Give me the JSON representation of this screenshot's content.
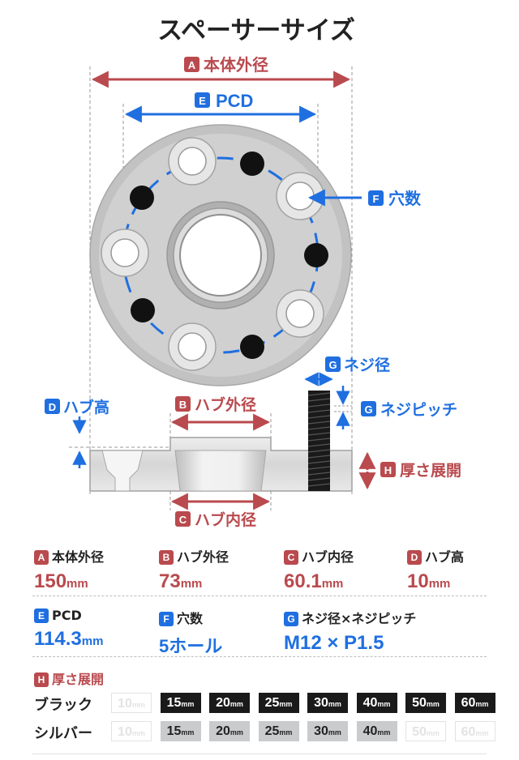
{
  "title": "スペーサーサイズ",
  "diagram_labels": {
    "A": {
      "letter": "A",
      "text": "本体外径"
    },
    "E": {
      "letter": "E",
      "text": "PCD"
    },
    "F": {
      "letter": "F",
      "text": "穴数"
    },
    "G1": {
      "letter": "G",
      "text": "ネジ径"
    },
    "G2": {
      "letter": "G",
      "text": "ネジピッチ"
    },
    "D": {
      "letter": "D",
      "text": "ハブ高"
    },
    "B": {
      "letter": "B",
      "text": "ハブ外径"
    },
    "H": {
      "letter": "H",
      "text": "厚さ展開"
    },
    "C": {
      "letter": "C",
      "text": "ハブ内径"
    }
  },
  "specs": {
    "A": {
      "letter": "A",
      "label": "本体外径",
      "value": "150",
      "unit": "mm"
    },
    "B": {
      "letter": "B",
      "label": "ハブ外径",
      "value": "73",
      "unit": "mm"
    },
    "C": {
      "letter": "C",
      "label": "ハブ内径",
      "value": "60.1",
      "unit": "mm"
    },
    "D": {
      "letter": "D",
      "label": "ハブ高",
      "value": "10",
      "unit": "mm"
    },
    "E": {
      "letter": "E",
      "label": "PCD",
      "value": "114.3",
      "unit": "mm"
    },
    "F": {
      "letter": "F",
      "label": "穴数",
      "value": "5ホール",
      "unit": ""
    },
    "G": {
      "letter": "G",
      "label": "ネジ径×ネジピッチ",
      "value": "M12 × P1.5",
      "unit": ""
    }
  },
  "thickness": {
    "letter": "H",
    "title": "厚さ展開",
    "unit": "mm",
    "black_label": "ブラック",
    "silver_label": "シルバー",
    "sizes": [
      "10",
      "15",
      "20",
      "25",
      "30",
      "40",
      "50",
      "60"
    ],
    "black_available": [
      false,
      true,
      true,
      true,
      true,
      true,
      true,
      true
    ],
    "silver_available": [
      false,
      true,
      true,
      true,
      true,
      true,
      false,
      false
    ]
  },
  "colors": {
    "red": "#b94a4e",
    "blue": "#1f6fe0",
    "black": "#1a1a1a",
    "silver": "#c9cbcd"
  }
}
